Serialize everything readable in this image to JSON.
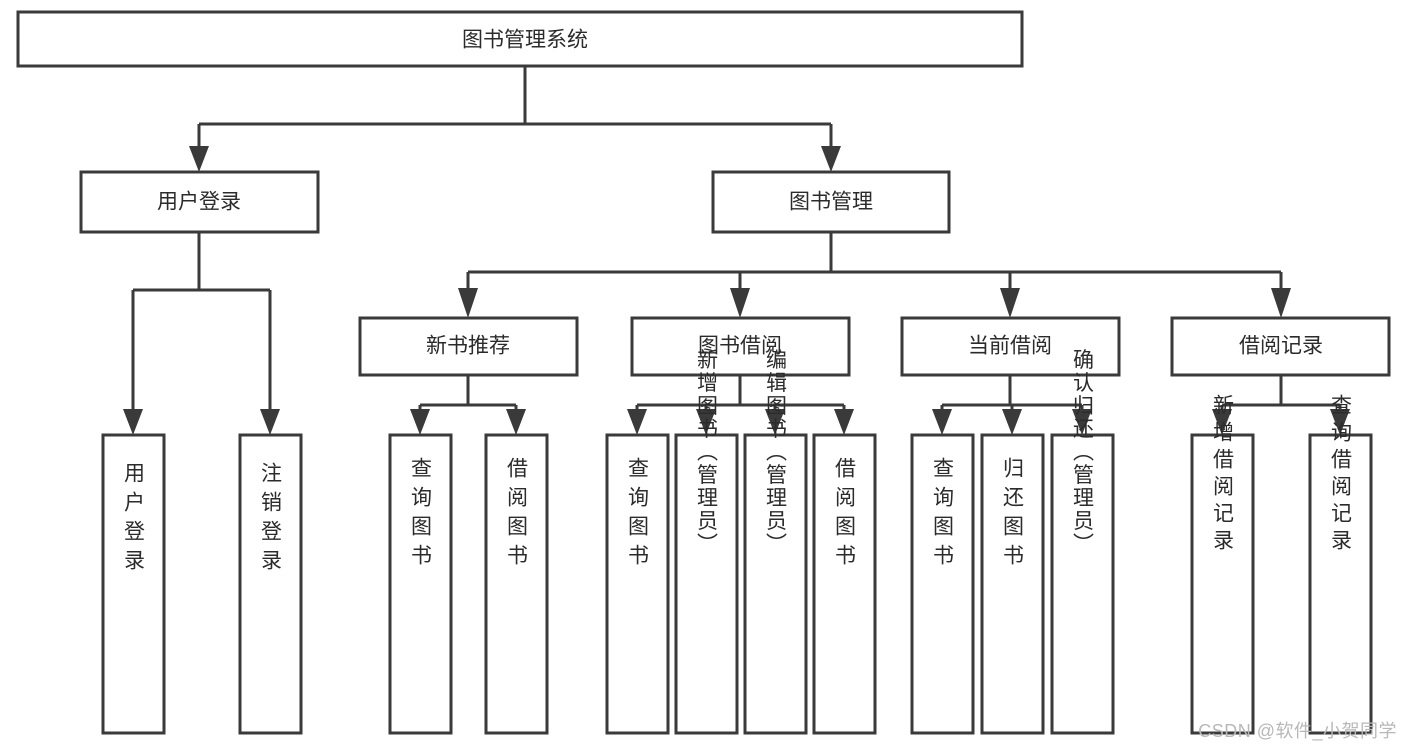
{
  "diagram": {
    "type": "tree-hierarchy-chart",
    "title": "图书管理系统",
    "watermark": "CSDN @软件_小贺同学",
    "colors": {
      "background": "#ffffff",
      "box_fill": "#ffffff",
      "box_stroke": "#3a3a3a",
      "text": "#2b2b2b",
      "watermark": "#b8b8b8"
    },
    "levels": [
      {
        "level": 1,
        "nodes": [
          {
            "id": "root",
            "label": "图书管理系统",
            "orientation": "horizontal"
          }
        ]
      },
      {
        "level": 2,
        "nodes": [
          {
            "id": "login",
            "label": "用户登录",
            "parent": "root",
            "orientation": "horizontal"
          },
          {
            "id": "bookmgmt",
            "label": "图书管理",
            "parent": "root",
            "orientation": "horizontal"
          }
        ]
      },
      {
        "level": 3,
        "nodes": [
          {
            "id": "newbook",
            "label": "新书推荐",
            "parent": "bookmgmt",
            "orientation": "horizontal"
          },
          {
            "id": "borrow",
            "label": "图书借阅",
            "parent": "bookmgmt",
            "orientation": "horizontal"
          },
          {
            "id": "current",
            "label": "当前借阅",
            "parent": "bookmgmt",
            "orientation": "horizontal"
          },
          {
            "id": "records",
            "label": "借阅记录",
            "parent": "bookmgmt",
            "orientation": "horizontal"
          }
        ]
      },
      {
        "level": 4,
        "nodes": [
          {
            "id": "leaf1",
            "label": "用户登录",
            "parent": "login",
            "orientation": "vertical"
          },
          {
            "id": "leaf2",
            "label": "注销登录",
            "parent": "login",
            "orientation": "vertical"
          },
          {
            "id": "leaf3",
            "label": "查询图书",
            "parent": "newbook",
            "orientation": "vertical"
          },
          {
            "id": "leaf4",
            "label": "借阅图书",
            "parent": "newbook",
            "orientation": "vertical"
          },
          {
            "id": "leaf5",
            "label": "查询图书",
            "parent": "borrow",
            "orientation": "vertical"
          },
          {
            "id": "leaf6",
            "label": "新增图书（管理员）",
            "parent": "borrow",
            "orientation": "vertical"
          },
          {
            "id": "leaf7",
            "label": "编辑图书（管理员）",
            "parent": "borrow",
            "orientation": "vertical"
          },
          {
            "id": "leaf8",
            "label": "借阅图书",
            "parent": "borrow",
            "orientation": "vertical"
          },
          {
            "id": "leaf9",
            "label": "查询图书",
            "parent": "current",
            "orientation": "vertical"
          },
          {
            "id": "leaf10",
            "label": "归还图书",
            "parent": "current",
            "orientation": "vertical"
          },
          {
            "id": "leaf11",
            "label": "确认归还（管理员）",
            "parent": "current",
            "orientation": "vertical"
          },
          {
            "id": "leaf12",
            "label": "新增借阅记录",
            "parent": "records",
            "orientation": "vertical"
          },
          {
            "id": "leaf13",
            "label": "查询借阅记录",
            "parent": "records",
            "orientation": "vertical"
          }
        ]
      }
    ]
  }
}
